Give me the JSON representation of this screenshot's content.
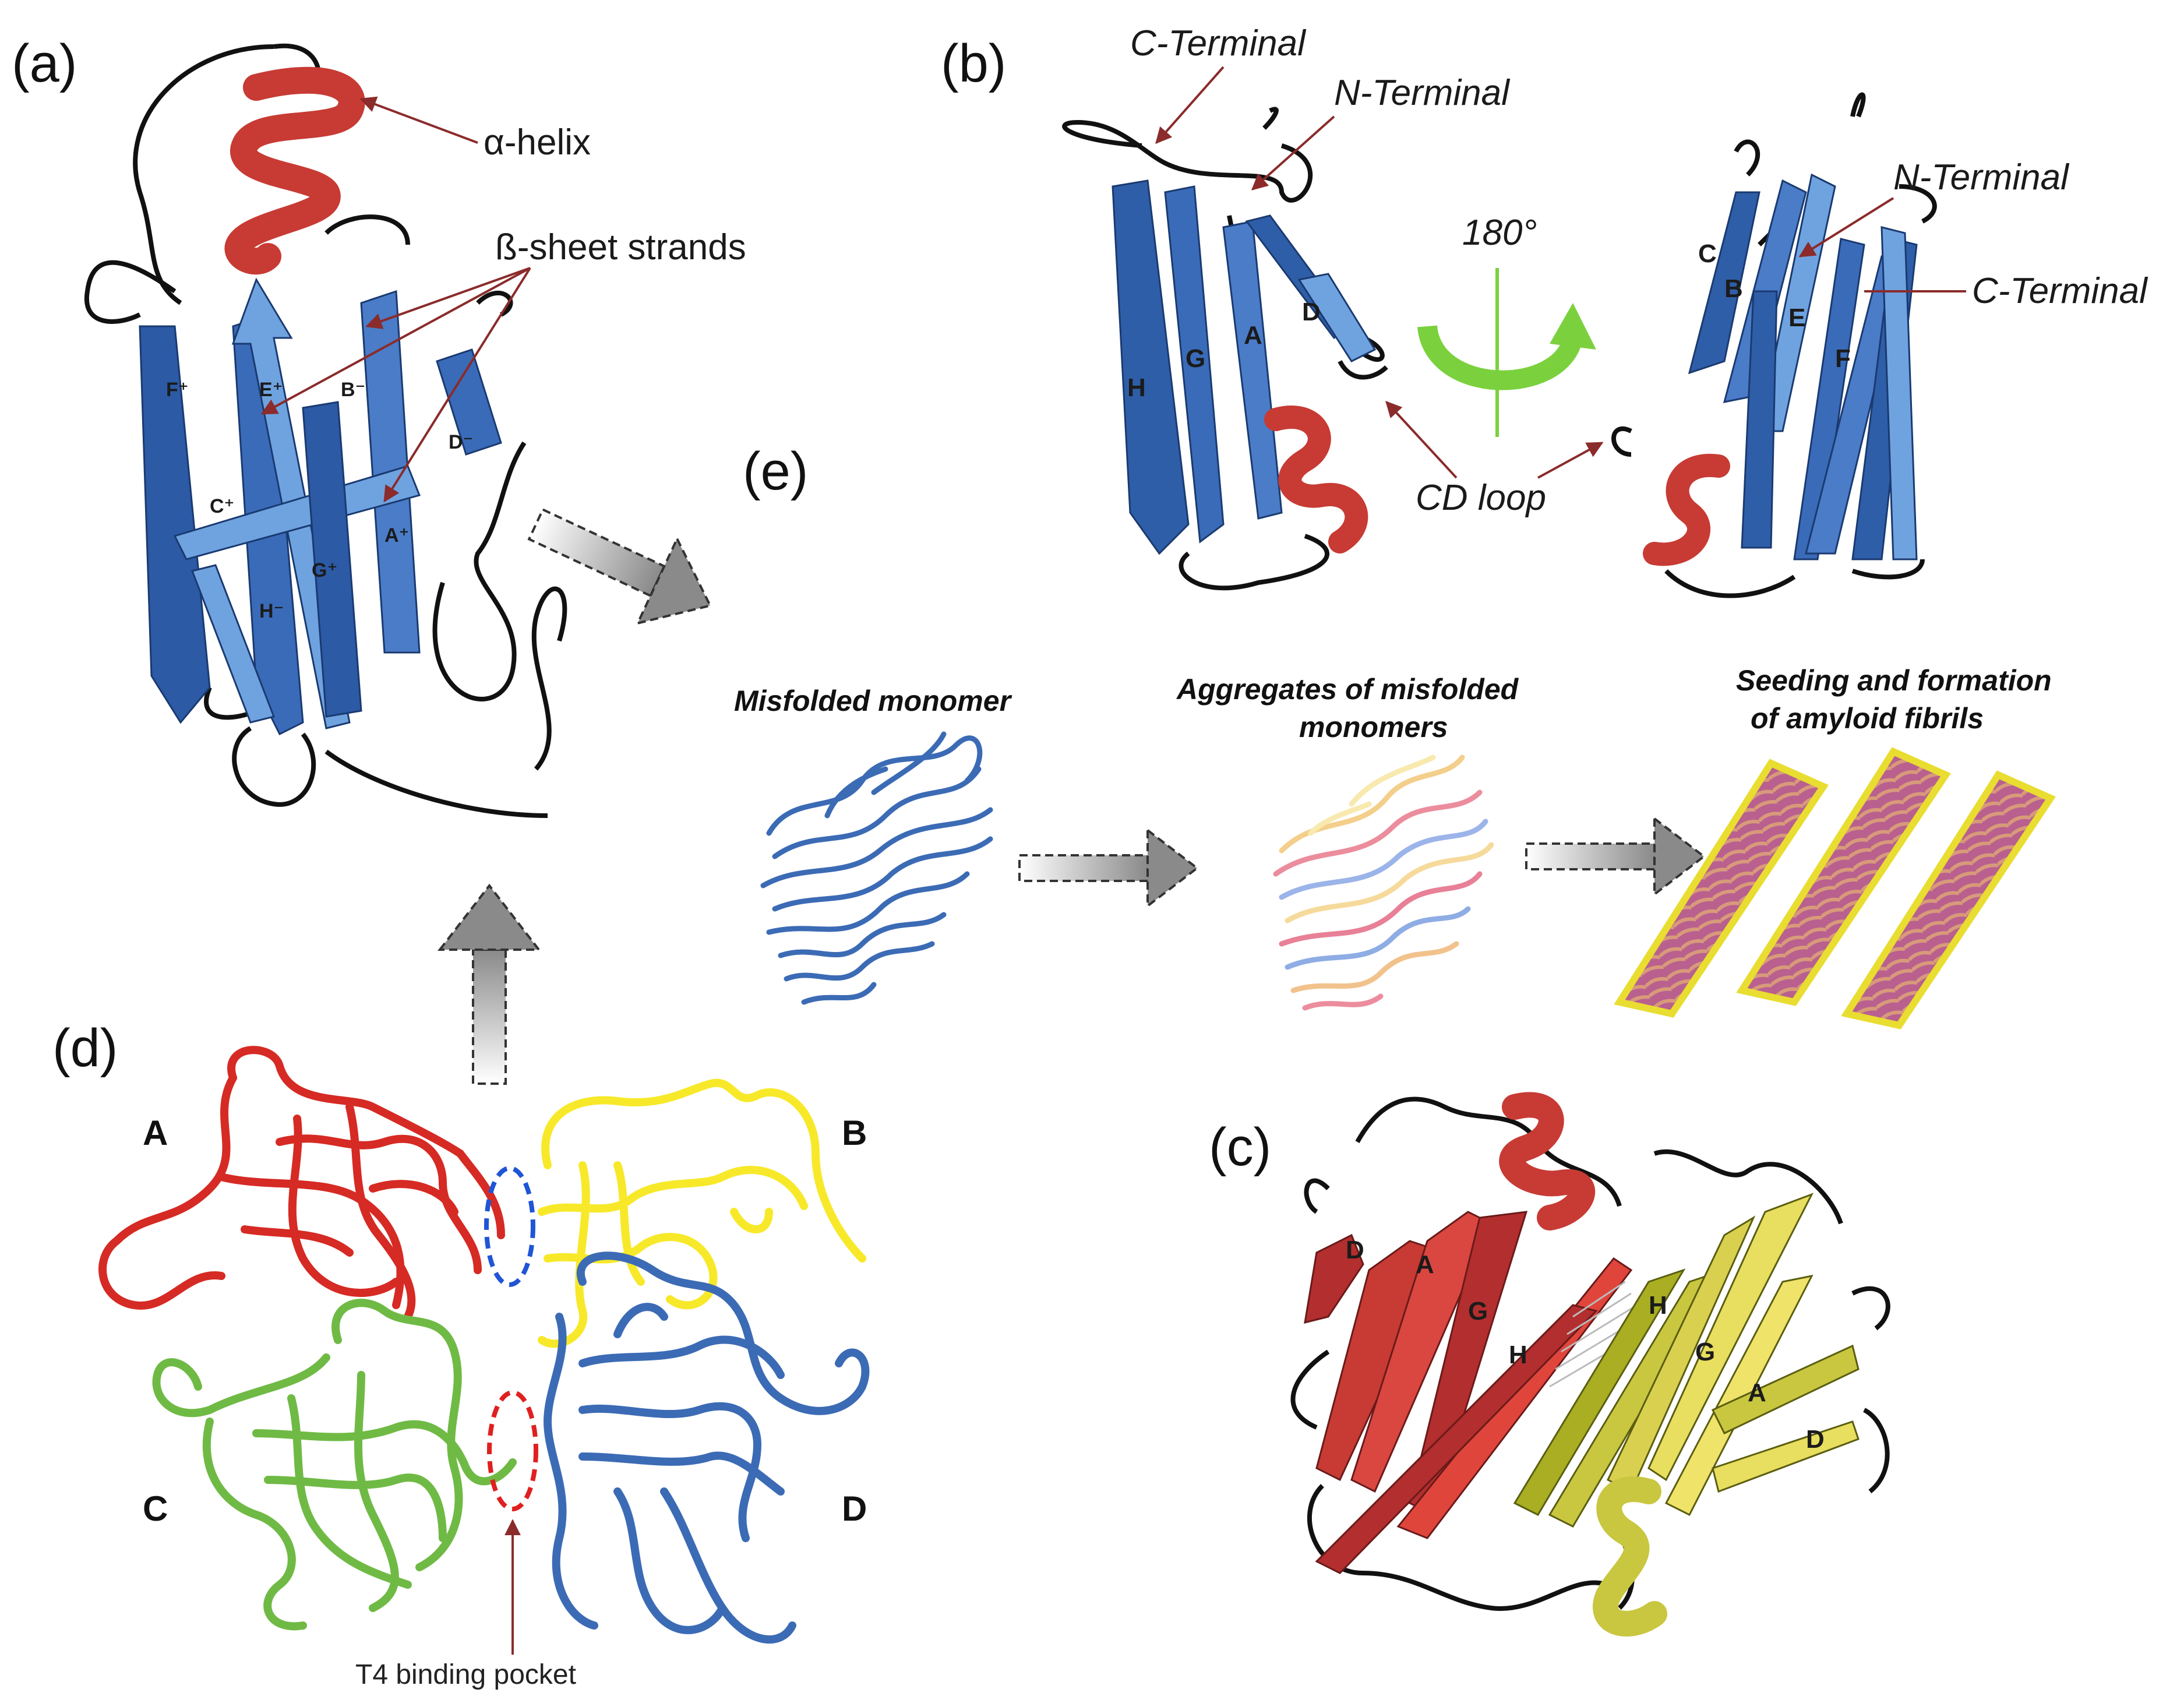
{
  "panels": {
    "a": {
      "label": "(a)",
      "alpha_helix": "α-helix",
      "beta_sheet": "ß-sheet strands",
      "strands": [
        "F⁺",
        "E⁺",
        "B⁻",
        "D⁻",
        "C⁺",
        "A⁺",
        "G⁺",
        "H⁻"
      ]
    },
    "b": {
      "label": "(b)",
      "c_terminal": "C-Terminal",
      "n_terminal": "N-Terminal",
      "rotation": "180°",
      "cd_loop": "CD loop",
      "strands_left": [
        "H",
        "G",
        "A",
        "D"
      ],
      "strands_right": [
        "C",
        "B",
        "E",
        "F"
      ]
    },
    "c": {
      "label": "(c)",
      "strands_red": [
        "D",
        "A",
        "G",
        "H"
      ],
      "strands_yellow": [
        "H",
        "G",
        "A",
        "D"
      ]
    },
    "d": {
      "label": "(d)",
      "chains": [
        "A",
        "B",
        "C",
        "D"
      ],
      "pocket": "T4 binding pocket"
    },
    "e": {
      "label": "(e)",
      "stage1": "Misfolded monomer",
      "stage2_line1": "Aggregates of misfolded",
      "stage2_line2": "monomers",
      "stage3_line1": "Seeding and formation",
      "stage3_line2": "of amyloid fibrils"
    }
  },
  "colors": {
    "strand_dark": "#2f5ea8",
    "strand_light": "#6fa3e0",
    "helix": "#d2433b",
    "chain_a": "#d62a24",
    "chain_b": "#f7e92a",
    "chain_c": "#6fba45",
    "chain_d": "#3c6bb5",
    "fibril_fill": "#b85a8a",
    "fibril_edge": "#e8dd30",
    "arrow_green": "#7bd13d",
    "annotation_arrow": "#8b2b2b"
  }
}
